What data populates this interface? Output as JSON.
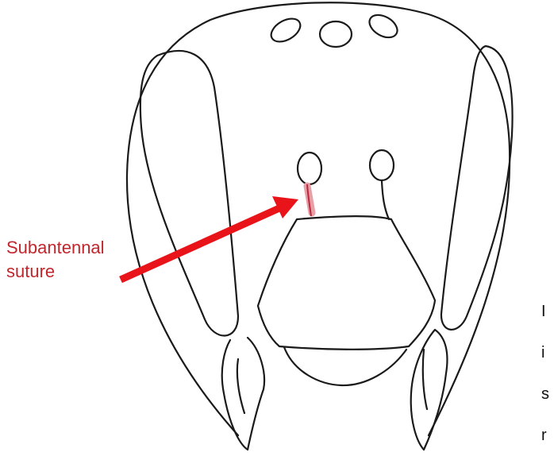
{
  "annotation": {
    "label_line1": "Subantennal",
    "label_line2": "suture",
    "label_color": "#c0272d",
    "arrow_color": "#e8141a",
    "highlight_color": "#e8a0a8"
  },
  "edge_text": [
    "I",
    "i",
    "s",
    "r"
  ],
  "line_color": "#1a1a1a"
}
